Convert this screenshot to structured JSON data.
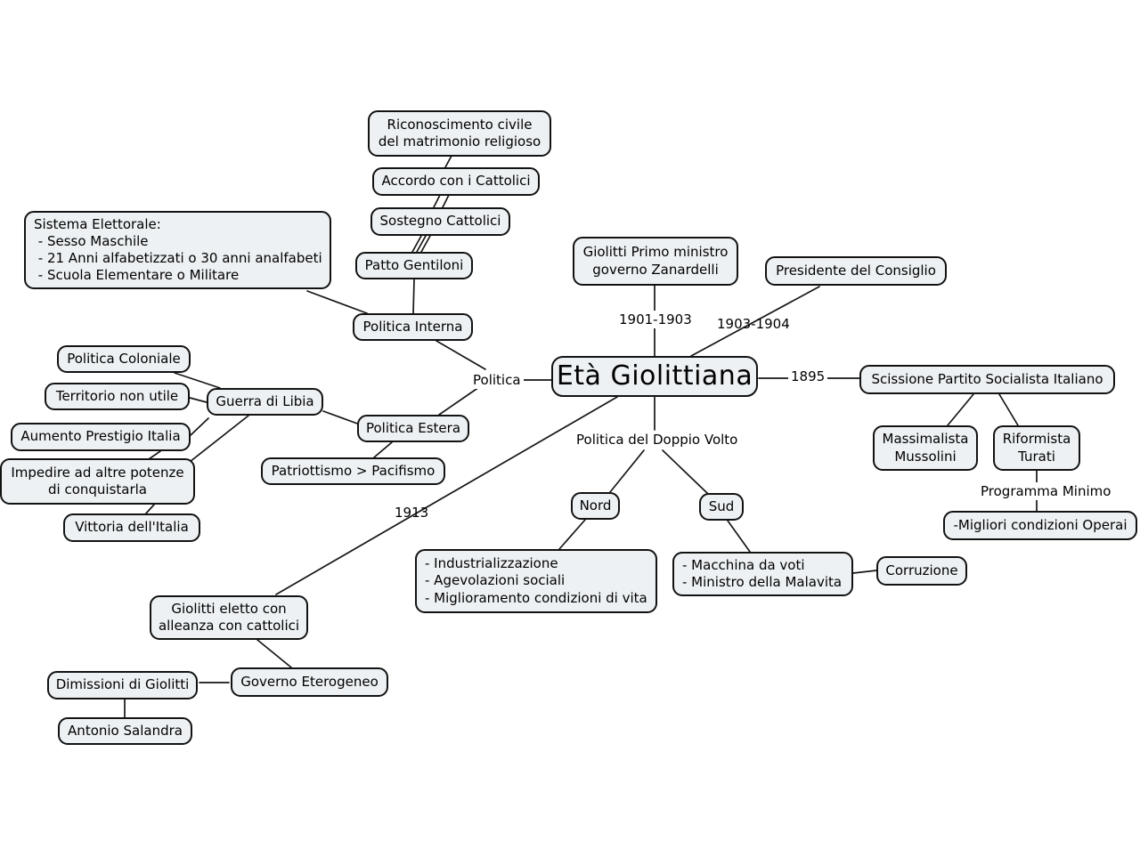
{
  "diagram": {
    "type": "concept-map",
    "topic": "Età Giolittiana",
    "colors": {
      "node_fill": "#edf1f3",
      "node_border": "#121212",
      "line": "#161616",
      "background": "#ffffff",
      "text": "#000000"
    }
  },
  "nodes": {
    "riconoscimento": {
      "label": "Riconoscimento civile\ndel matrimonio religioso"
    },
    "accordo": {
      "label": "Accordo con i Cattolici"
    },
    "sostegno": {
      "label": "Sostegno Cattolici"
    },
    "patto": {
      "label": "Patto Gentiloni"
    },
    "sistema": {
      "label": "Sistema Elettorale:\n - Sesso Maschile\n - 21 Anni alfabetizzati o 30 anni analfabeti\n - Scuola Elementare o Militare"
    },
    "politica_interna": {
      "label": "Politica Interna"
    },
    "politica_coloniale": {
      "label": "Politica Coloniale"
    },
    "territorio": {
      "label": "Territorio non utile"
    },
    "guerra_libia": {
      "label": "Guerra di Libia"
    },
    "aumento": {
      "label": "Aumento Prestigio Italia"
    },
    "impedire": {
      "label": "Impedire ad altre potenze\ndi conquistarla"
    },
    "vittoria": {
      "label": "Vittoria dell'Italia"
    },
    "politica_estera": {
      "label": "Politica Estera"
    },
    "patriottismo": {
      "label": "Patriottismo > Pacifismo"
    },
    "eta": {
      "label": "Età Giolittiana"
    },
    "giolitti_primo": {
      "label": "Giolitti Primo ministro\ngoverno Zanardelli"
    },
    "presidente": {
      "label": "Presidente del Consiglio"
    },
    "scissione": {
      "label": "Scissione Partito Socialista Italiano"
    },
    "massimalista": {
      "label": "Massimalista\nMussolini"
    },
    "riformista": {
      "label": "Riformista\nTurati"
    },
    "migliori": {
      "label": "-Migliori condizioni Operai"
    },
    "nord": {
      "label": "Nord"
    },
    "sud": {
      "label": "Sud"
    },
    "industrializzazione": {
      "label": "- Industrializzazione\n- Agevolazioni sociali\n- Miglioramento condizioni di vita"
    },
    "macchina": {
      "label": "- Macchina da voti\n- Ministro della Malavita"
    },
    "corruzione": {
      "label": "Corruzione"
    },
    "giolitti_eletto": {
      "label": "Giolitti eletto con\nalleanza con cattolici"
    },
    "governo": {
      "label": "Governo Eterogeneo"
    },
    "dimissioni": {
      "label": "Dimissioni di Giolitti"
    },
    "antonio": {
      "label": "Antonio Salandra"
    }
  },
  "edge_labels": {
    "periodo_zanardelli": {
      "label": "1901-1903"
    },
    "periodo_consiglio": {
      "label": "1903-1904"
    },
    "politica": {
      "label": "Politica"
    },
    "anno_scissione": {
      "label": "1895"
    },
    "doppio_volto": {
      "label": "Politica del Doppio Volto"
    },
    "programma_minimo": {
      "label": "Programma Minimo"
    },
    "anno_1913": {
      "label": "1913"
    }
  }
}
